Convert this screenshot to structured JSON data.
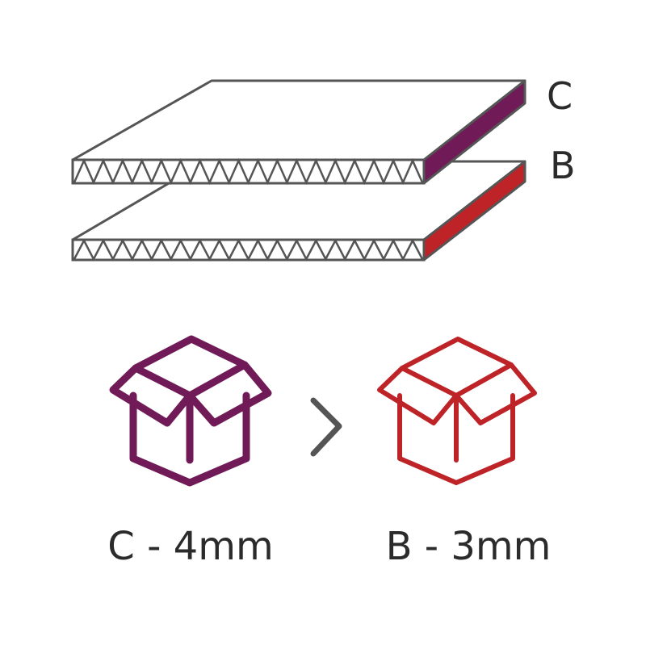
{
  "colors": {
    "stroke": "#555555",
    "text": "#2b2b2b",
    "c_flute": "#701a58",
    "b_flute": "#bd2327",
    "sheet_fill": "#ffffff"
  },
  "boards": {
    "top": {
      "label": "C"
    },
    "bottom": {
      "label": "B"
    }
  },
  "comparison": {
    "left_label": "C - 4mm",
    "right_label": "B - 3mm",
    "comparator_icon": "greater-than-chevron",
    "box_icon": "open-box-icon"
  }
}
